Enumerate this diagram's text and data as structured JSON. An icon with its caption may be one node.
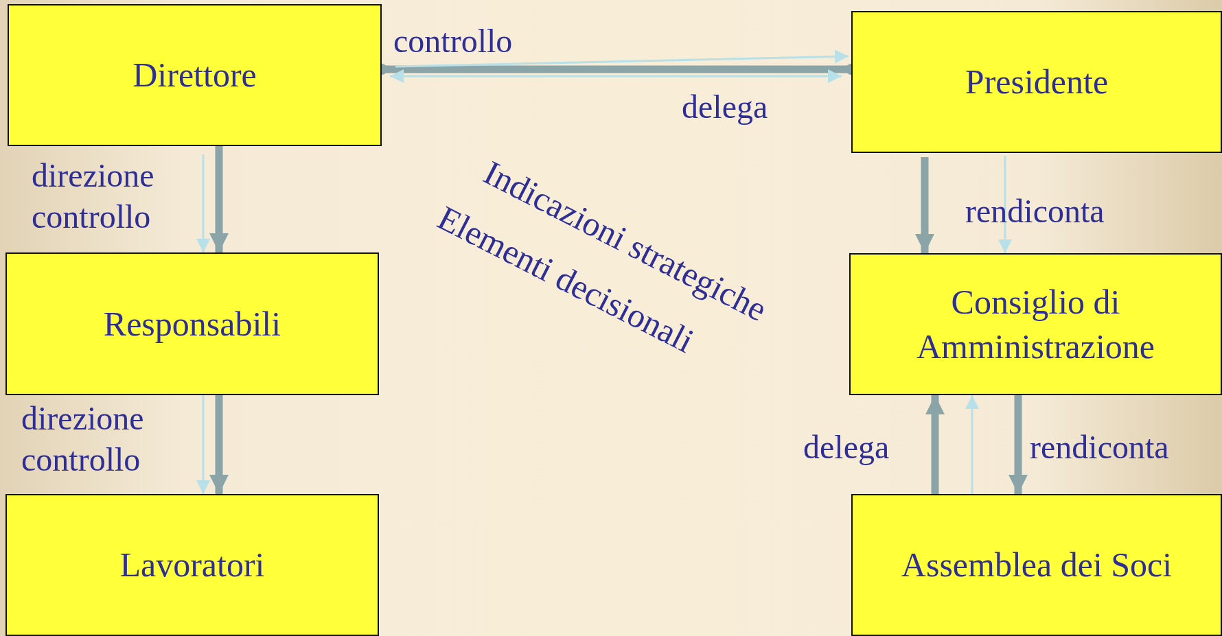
{
  "diagram": {
    "nodes": [
      {
        "text": [
          "Direttore"
        ]
      },
      {
        "text": [
          "Presidente"
        ]
      },
      {
        "text": [
          "Responsabili"
        ]
      },
      {
        "text": [
          "Consiglio di Amministrazione"
        ]
      },
      {
        "text": [
          "Lavoratori"
        ]
      },
      {
        "text": [
          "Assemblea dei Soci"
        ]
      }
    ],
    "edges": [
      {
        "from": 0,
        "to": 2,
        "arrow": "to",
        "style": "thick",
        "label": "direzione controllo"
      },
      {
        "from": 0,
        "to": 2,
        "arrow": "to",
        "color": "#b8e0e8"
      },
      {
        "from": 2,
        "to": 4,
        "arrow": "to",
        "style": "thick",
        "label": "direzione controllo"
      },
      {
        "from": 2,
        "to": 4,
        "arrow": "to",
        "color": "#b8e0e8"
      },
      {
        "from": 0,
        "to": 1,
        "arrow": "other",
        "style": "thick"
      },
      {
        "from": 0,
        "to": 1,
        "arrow": "to",
        "color": "#b8e0e8",
        "label": "controllo"
      },
      {
        "from": 0,
        "to": 1,
        "arrow": "both",
        "color": "#b8e0e8",
        "label": "delega"
      },
      {
        "from": 1,
        "to": 3,
        "arrow": "to",
        "style": "thick"
      },
      {
        "from": 1,
        "to": 3,
        "arrow": "to",
        "color": "#b8e0e8",
        "label": "rendiconta"
      },
      {
        "from": 5,
        "to": 3,
        "arrow": "to",
        "style": "thick",
        "label": "delega"
      },
      {
        "from": 5,
        "to": 3,
        "arrow": "to",
        "color": "#b8e0e8"
      },
      {
        "from": 3,
        "to": 5,
        "arrow": "to",
        "style": "thick",
        "label": "rendiconta"
      }
    ],
    "labels": [
      "Indicazioni strategiche",
      "Elementi decisionali"
    ]
  }
}
